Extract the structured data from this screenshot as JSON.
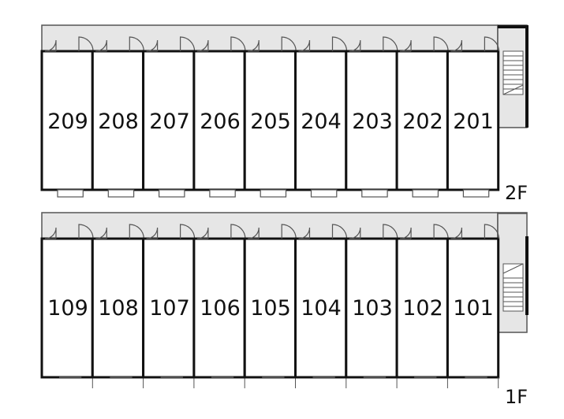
{
  "floors": [
    {
      "label": "2F",
      "units": [
        "209",
        "208",
        "207",
        "206",
        "205",
        "204",
        "203",
        "202",
        "201"
      ]
    },
    {
      "label": "1F",
      "units": [
        "109",
        "108",
        "107",
        "106",
        "105",
        "104",
        "103",
        "102",
        "101"
      ]
    }
  ],
  "colors": {
    "wall": "#111111",
    "corridor": "#e6e6e6",
    "line": "#555555",
    "background": "#ffffff"
  }
}
